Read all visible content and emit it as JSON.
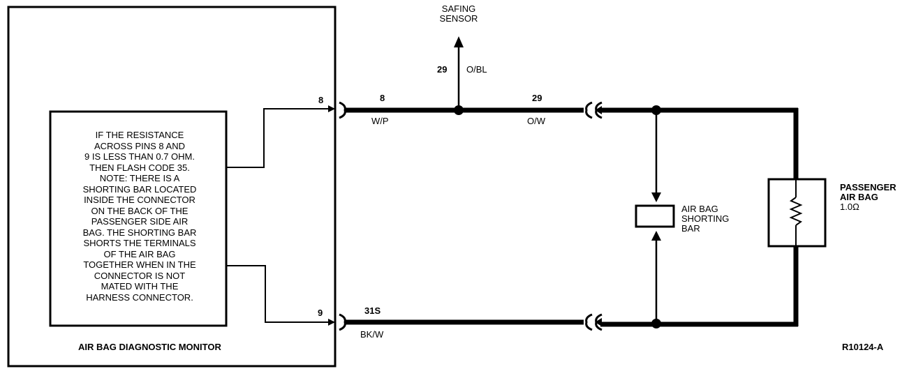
{
  "monitor": {
    "label": "AIR BAG DIAGNOSTIC MONITOR",
    "note_lines": [
      "IF THE RESISTANCE",
      "ACROSS PINS 8 AND",
      "9 IS LESS THAN 0.7 OHM.",
      "THEN FLASH CODE 35.",
      "NOTE: THERE IS A",
      "SHORTING BAR LOCATED",
      "INSIDE THE CONNECTOR",
      "ON THE BACK OF THE",
      "PASSENGER SIDE AIR",
      "BAG. THE SHORTING BAR",
      "SHORTS THE TERMINALS",
      "OF THE AIR BAG",
      "TOGETHER WHEN IN THE",
      "CONNECTOR IS NOT",
      "MATED WITH THE",
      "HARNESS CONNECTOR."
    ]
  },
  "pins": {
    "top": "8",
    "bottom": "9"
  },
  "wires": {
    "top_left": {
      "circuit": "8",
      "color": "W/P"
    },
    "top_right": {
      "circuit": "29",
      "color": "O/W"
    },
    "branch": {
      "circuit": "29",
      "color": "O/BL"
    },
    "bottom": {
      "circuit": "31S",
      "color": "BK/W"
    }
  },
  "safing_sensor": {
    "line1": "SAFING",
    "line2": "SENSOR"
  },
  "shorting_bar": {
    "line1": "AIR BAG",
    "line2": "SHORTING",
    "line3": "BAR"
  },
  "passenger_air_bag": {
    "line1": "PASSENGER",
    "line2": "AIR BAG",
    "resistance": "1.0Ω"
  },
  "figure_id": "R10124-A"
}
